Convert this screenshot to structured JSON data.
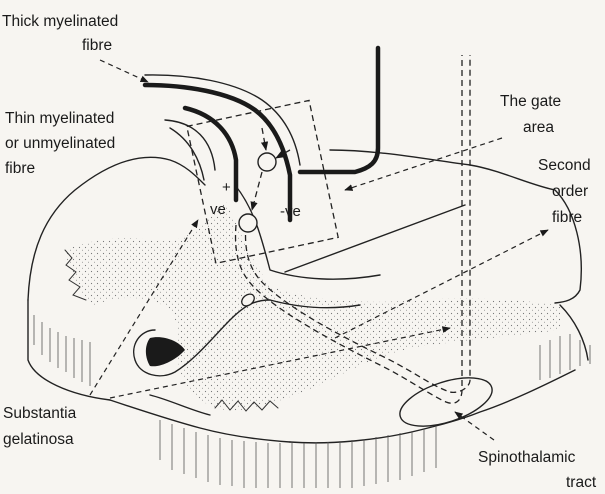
{
  "labels": {
    "thick_fibre_line1": "Thick myelinated",
    "thick_fibre_line2": "fibre",
    "thin_fibre_line1": "Thin myelinated",
    "thin_fibre_line2": "or unmyelinated",
    "thin_fibre_line3": "fibre",
    "gate_line1": "The gate",
    "gate_line2": "area",
    "second_order_line1": "Second",
    "second_order_line2": "order",
    "second_order_line3": "fibre",
    "substantia_line1": "Substantia",
    "substantia_line2": "gelatinosa",
    "spinothalamic_line1": "Spinothalamic",
    "spinothalamic_line2": "tract"
  },
  "signs": {
    "plus": "+",
    "ve_positive": "ve",
    "ve_negative": "-ve"
  }
}
